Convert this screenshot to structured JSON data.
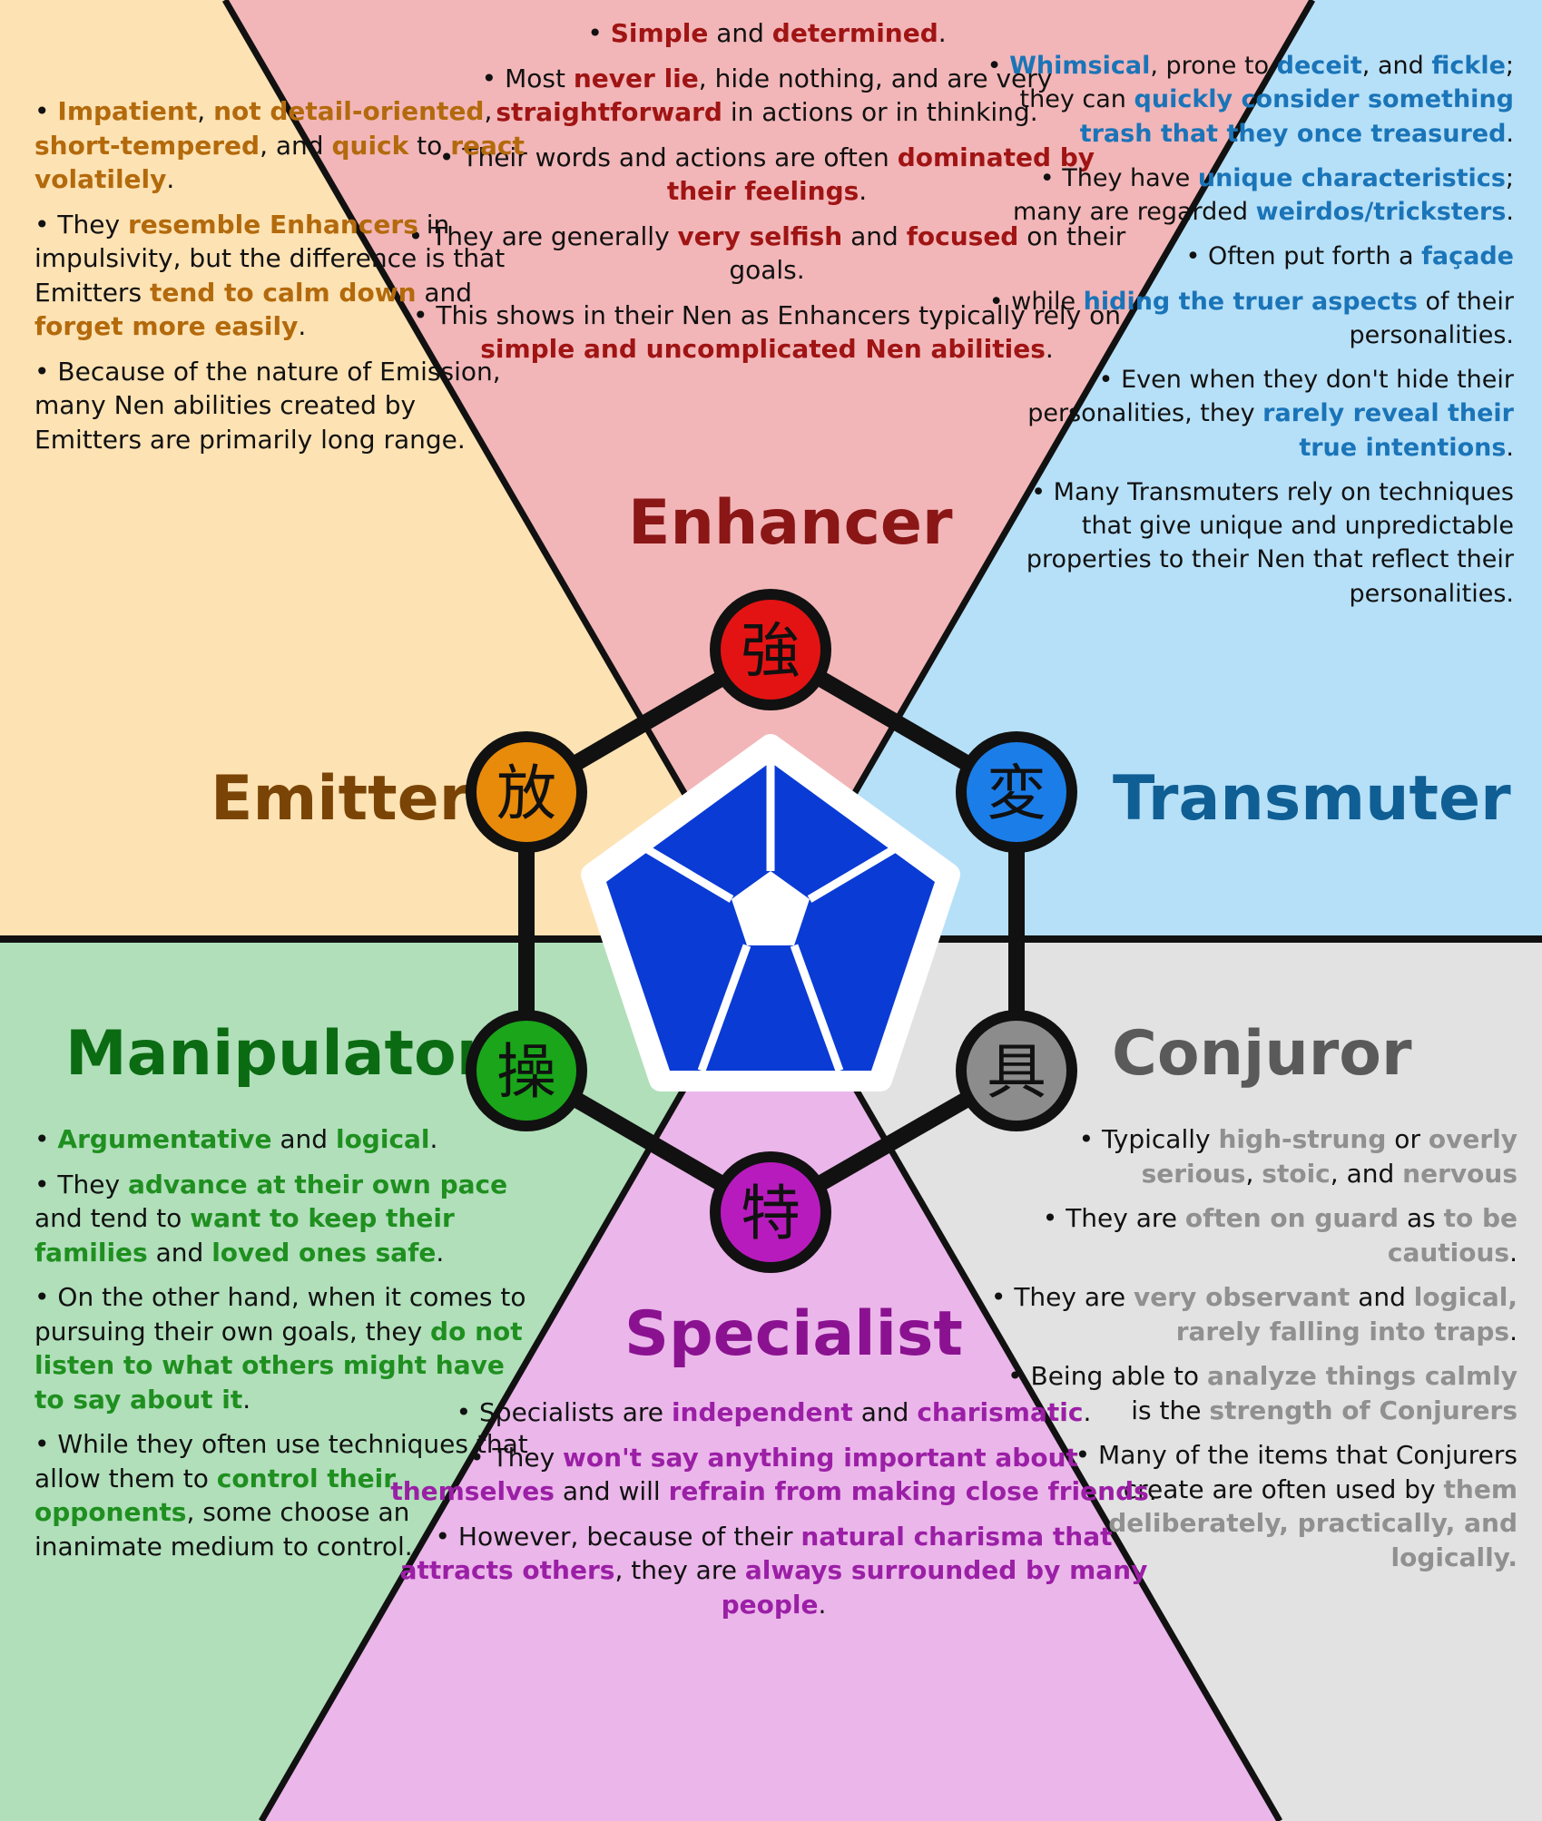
{
  "colors": {
    "enhancer_bg": "#f2b6b8",
    "emitter_bg": "#fde2b3",
    "transmuter_bg": "#b6e0f8",
    "manipulator_bg": "#b0dfba",
    "conjuror_bg": "#e2e2e2",
    "specialist_bg": "#ebb6ea",
    "enhancer": "#a01414",
    "emitter": "#b36a0c",
    "transmuter": "#1a74b8",
    "manipulator": "#1f8f1f",
    "conjuror": "#909090",
    "specialist": "#9b1fa6",
    "enhancer_title": "#8a1616",
    "emitter_title": "#7a4406",
    "transmuter_title": "#0f5e94",
    "manipulator_title": "#0b6b12",
    "conjuror_title": "#5a5a5a",
    "specialist_title": "#8a1290",
    "pentagon": "#0a3bd4"
  },
  "icons": {
    "center": "nen-pentagon-icon"
  },
  "types": {
    "enhancer": {
      "name": "Enhancer",
      "kanji": "強",
      "node_color": "#e31313"
    },
    "emitter": {
      "name": "Emitter",
      "kanji": "放",
      "node_color": "#e88a0a"
    },
    "transmuter": {
      "name": "Transmuter",
      "kanji": "変",
      "node_color": "#1b7de8"
    },
    "manipulator": {
      "name": "Manipulator",
      "kanji": "操",
      "node_color": "#1aa51a"
    },
    "conjuror": {
      "name": "Conjuror",
      "kanji": "具",
      "node_color": "#8c8c8c"
    },
    "specialist": {
      "name": "Specialist",
      "kanji": "特",
      "node_color": "#b81bbd"
    }
  },
  "sections": {
    "enhancer": [
      [
        {
          "t": "Simple",
          "h": true
        },
        {
          "t": " and "
        },
        {
          "t": "determined",
          "h": true
        },
        {
          "t": "."
        }
      ],
      [
        {
          "t": "Most "
        },
        {
          "t": "never lie",
          "h": true
        },
        {
          "t": ", hide nothing, and are very "
        },
        {
          "t": "straightforward",
          "h": true
        },
        {
          "t": " in actions or in thinking."
        }
      ],
      [
        {
          "t": "Their words and actions are often "
        },
        {
          "t": "dominated by their feelings",
          "h": true
        },
        {
          "t": "."
        }
      ],
      [
        {
          "t": "They are generally "
        },
        {
          "t": "very selfish",
          "h": true
        },
        {
          "t": " and "
        },
        {
          "t": "focused",
          "h": true
        },
        {
          "t": " on their goals."
        }
      ],
      [
        {
          "t": "This shows in their Nen as Enhancers typically rely on "
        },
        {
          "t": "simple and uncomplicated Nen abilities",
          "h": true
        },
        {
          "t": "."
        }
      ]
    ],
    "emitter": [
      [
        {
          "t": "Impatient",
          "h": true
        },
        {
          "t": ", "
        },
        {
          "t": "not detail-oriented",
          "h": true
        },
        {
          "t": ", "
        },
        {
          "t": "short-tempered",
          "h": true
        },
        {
          "t": ", and "
        },
        {
          "t": "quick",
          "h": true
        },
        {
          "t": " to "
        },
        {
          "t": "react volatilely",
          "h": true
        },
        {
          "t": "."
        }
      ],
      [
        {
          "t": "They "
        },
        {
          "t": "resemble Enhancers",
          "h": true
        },
        {
          "t": " in impulsivity, but the difference is that Emitters "
        },
        {
          "t": "tend to calm down",
          "h": true
        },
        {
          "t": " and "
        },
        {
          "t": "forget more easily",
          "h": true
        },
        {
          "t": "."
        }
      ],
      [
        {
          "t": "Because of the nature of Emission, many Nen abilities created by Emitters are primarily long range."
        }
      ]
    ],
    "transmuter": [
      [
        {
          "t": "Whimsical",
          "h": true
        },
        {
          "t": ", prone to "
        },
        {
          "t": "deceit",
          "h": true
        },
        {
          "t": ", and "
        },
        {
          "t": "fickle",
          "h": true
        },
        {
          "t": "; they can "
        },
        {
          "t": "quickly consider something trash that they once treasured",
          "h": true
        },
        {
          "t": "."
        }
      ],
      [
        {
          "t": "They have "
        },
        {
          "t": "unique characteristics",
          "h": true
        },
        {
          "t": "; many are regarded "
        },
        {
          "t": "weirdos/tricksters",
          "h": true
        },
        {
          "t": "."
        }
      ],
      [
        {
          "t": "Often put forth a "
        },
        {
          "t": "façade",
          "h": true
        }
      ],
      [
        {
          "t": "while "
        },
        {
          "t": "hiding the truer aspects",
          "h": true
        },
        {
          "t": " of their personalities."
        }
      ],
      [
        {
          "t": "Even when they don't hide their personalities, they "
        },
        {
          "t": "rarely reveal their true intentions",
          "h": true
        },
        {
          "t": "."
        }
      ],
      [
        {
          "t": "Many Transmuters rely on techniques that give unique and unpredictable properties to their Nen that reflect their personalities."
        }
      ]
    ],
    "manipulator": [
      [
        {
          "t": "Argumentative",
          "h": true
        },
        {
          "t": " and "
        },
        {
          "t": "logical",
          "h": true
        },
        {
          "t": "."
        }
      ],
      [
        {
          "t": "They "
        },
        {
          "t": "advance at their own pace",
          "h": true
        },
        {
          "t": " and tend to "
        },
        {
          "t": "want to keep their families",
          "h": true
        },
        {
          "t": " and "
        },
        {
          "t": "loved ones safe",
          "h": true
        },
        {
          "t": "."
        }
      ],
      [
        {
          "t": "On the other hand, when it comes to pursuing their own goals, they "
        },
        {
          "t": "do not listen to what others might have to say about it",
          "h": true
        },
        {
          "t": "."
        }
      ],
      [
        {
          "t": "While they often use techniques that allow them to "
        },
        {
          "t": "control their opponents",
          "h": true
        },
        {
          "t": ", some choose an inanimate medium to control."
        }
      ]
    ],
    "conjuror": [
      [
        {
          "t": "Typically "
        },
        {
          "t": "high-strung",
          "h": true
        },
        {
          "t": " or "
        },
        {
          "t": "overly serious",
          "h": true
        },
        {
          "t": ", "
        },
        {
          "t": "stoic",
          "h": true
        },
        {
          "t": ", and "
        },
        {
          "t": "nervous",
          "h": true
        }
      ],
      [
        {
          "t": "They are "
        },
        {
          "t": "often on guard",
          "h": true
        },
        {
          "t": " as "
        },
        {
          "t": "to be cautious",
          "h": true
        },
        {
          "t": "."
        }
      ],
      [
        {
          "t": "They are "
        },
        {
          "t": "very observant",
          "h": true
        },
        {
          "t": " and "
        },
        {
          "t": "logical, rarely falling into traps",
          "h": true
        },
        {
          "t": "."
        }
      ],
      [
        {
          "t": "Being able to "
        },
        {
          "t": "analyze things calmly",
          "h": true
        },
        {
          "t": " is the "
        },
        {
          "t": "strength of Conjurers",
          "h": true
        }
      ],
      [
        {
          "t": "Many of the items that Conjurers create are often used by "
        },
        {
          "t": "them deliberately, practically, and logically.",
          "h": true
        }
      ]
    ],
    "specialist": [
      [
        {
          "t": "Specialists are "
        },
        {
          "t": "independent",
          "h": true
        },
        {
          "t": " and "
        },
        {
          "t": "charismatic",
          "h": true
        },
        {
          "t": "."
        }
      ],
      [
        {
          "t": "They "
        },
        {
          "t": "won't say anything important about themselves",
          "h": true
        },
        {
          "t": " and will "
        },
        {
          "t": "refrain from making close friends",
          "h": true
        },
        {
          "t": "."
        }
      ],
      [
        {
          "t": "However, because of their "
        },
        {
          "t": "natural charisma that attracts others",
          "h": true
        },
        {
          "t": ", they are "
        },
        {
          "t": "always surrounded by many people",
          "h": true
        },
        {
          "t": "."
        }
      ]
    ]
  }
}
